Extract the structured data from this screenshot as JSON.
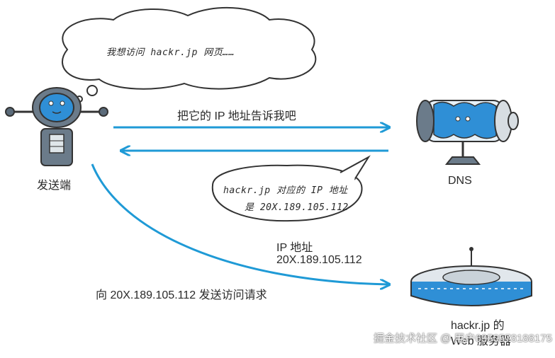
{
  "colors": {
    "arrow": "#1f9ad6",
    "robot_body": "#5b6b7a",
    "robot_face": "#2f8fd6",
    "outline": "#333333"
  },
  "thought_top": {
    "text": "我想访问 hackr.jp 网页……"
  },
  "arrows": {
    "ask_dns": "把它的 IP 地址告诉我吧",
    "send_request": "向 20X.189.105.112 发送访问请求"
  },
  "dns_reply_bubble": {
    "line1": "hackr.jp 对应的 IP 地址",
    "line2": "是 20X.189.105.112"
  },
  "ip_note": {
    "line1": "IP 地址",
    "line2": "20X.189.105.112"
  },
  "nodes": {
    "sender": {
      "label": "发送端",
      "icon": "robot-icon"
    },
    "dns": {
      "label": "DNS",
      "icon": "dns-server-icon"
    },
    "web": {
      "label_line1": "hackr.jp 的",
      "label_line2": "Web 服务器",
      "icon": "web-server-icon"
    }
  },
  "watermark": {
    "text": "掘金技术社区 @ 用户6950578188175"
  }
}
